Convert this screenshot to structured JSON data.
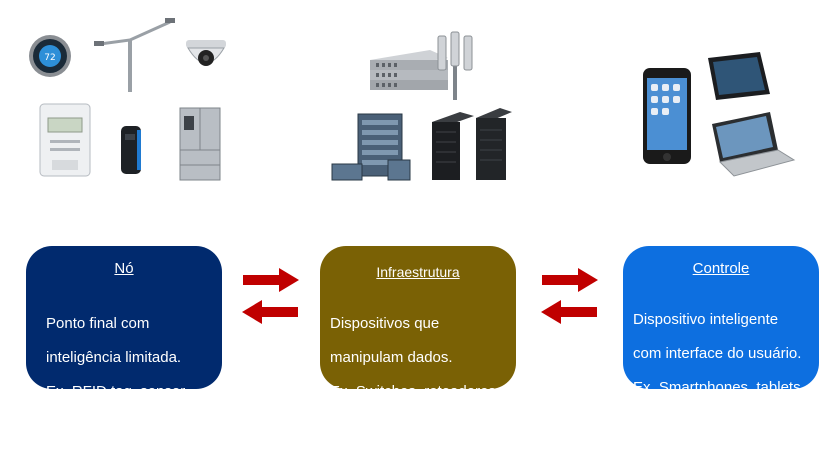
{
  "colors": {
    "node_box": "#012a6e",
    "infra_box": "#7a6105",
    "control_box": "#0d6fe0",
    "arrow": "#c00000"
  },
  "boxes": {
    "node": {
      "title": "Nó",
      "lines": [
        "Ponto final com",
        "inteligência limitada.",
        "Ex. RFID tag, sensor"
      ]
    },
    "infrastructure": {
      "title": "Infraestrutura",
      "lines": [
        "Dispositivos que",
        "manipulam dados.",
        "Ex. Switches, roteadores"
      ]
    },
    "control": {
      "title": "Controle",
      "lines": [
        "Dispositivo inteligente",
        "com interface do usuário.",
        "Ex. Smartphones, tablets"
      ]
    }
  },
  "icons": {
    "node_devices": [
      "thermostat-icon",
      "street-light-icon",
      "security-camera-icon",
      "smart-meter-icon",
      "rfid-reader-icon",
      "refrigerator-icon"
    ],
    "infra_devices": [
      "network-switch-icon",
      "antenna-icon",
      "router-chassis-icon",
      "server-rack-icon"
    ],
    "control_devices": [
      "smartphone-icon",
      "tablet-icon",
      "laptop-icon"
    ]
  }
}
